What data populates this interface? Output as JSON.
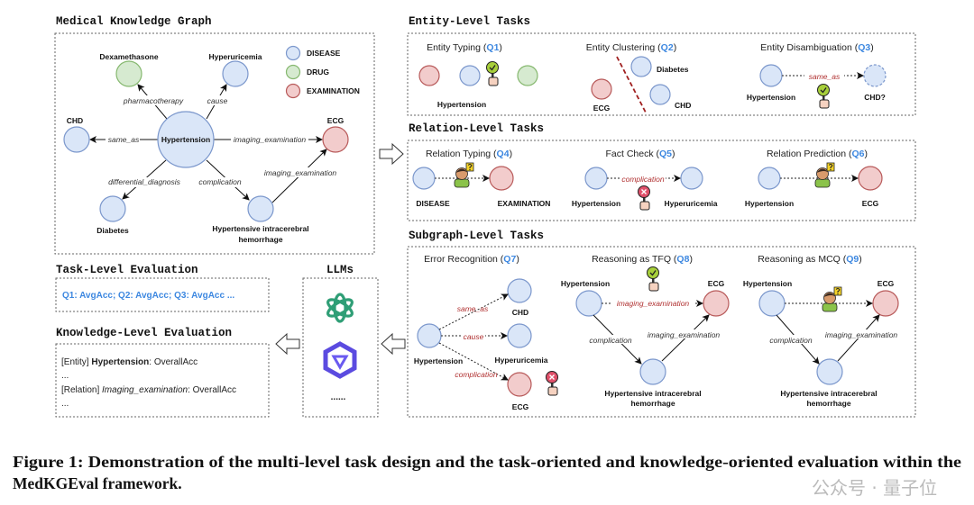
{
  "colors": {
    "disease": "#dae6f8",
    "drug": "#d6ead0",
    "examination": "#f2cccc",
    "question_id": "#3c87e0",
    "relation_red": "#b03030"
  },
  "kg": {
    "title": "Medical Knowledge Graph",
    "legend": [
      "DISEASE",
      "DRUG",
      "EXAMINATION"
    ],
    "nodes": {
      "center": "Hypertension",
      "dexa": "Dexamethasone",
      "hyperu": "Hyperuricemia",
      "chd": "CHD",
      "ecg": "ECG",
      "diabetes": "Diabetes",
      "hih1": "Hypertensive intracerebral",
      "hih2": "hemorrhage"
    },
    "edges": {
      "pharma": "pharmacotherapy",
      "cause": "cause",
      "same_as": "same_as",
      "imaging1": "imaging_examination",
      "diff": "differential_diagnosis",
      "comp": "complication",
      "imaging2": "imaging_examination"
    }
  },
  "entity": {
    "title": "Entity-Level Tasks",
    "t1": {
      "name": "Entity Typing (",
      "q": "Q1",
      "close": ")",
      "label": "Hypertension"
    },
    "t2": {
      "name": "Entity Clustering (",
      "q": "Q2",
      "close": ")",
      "ecg": "ECG",
      "diabetes": "Diabetes",
      "chd": "CHD"
    },
    "t3": {
      "name": "Entity Disambiguation (",
      "q": "Q3",
      "close": ")",
      "a": "Hypertension",
      "b": "CHD?",
      "rel": "same_as"
    }
  },
  "relation": {
    "title": "Relation-Level Tasks",
    "t4": {
      "name": "Relation Typing (",
      "q": "Q4",
      "close": ")",
      "a": "DISEASE",
      "b": "EXAMINATION"
    },
    "t5": {
      "name": "Fact Check (",
      "q": "Q5",
      "close": ")",
      "a": "Hypertension",
      "b": "Hyperuricemia",
      "rel": "complication"
    },
    "t6": {
      "name": "Relation Prediction (",
      "q": "Q6",
      "close": ")",
      "a": "Hypertension",
      "b": "ECG"
    }
  },
  "subgraph": {
    "title": "Subgraph-Level Tasks",
    "t7": {
      "name": "Error Recognition (",
      "q": "Q7",
      "close": ")",
      "src": "Hypertension",
      "chd": "CHD",
      "hyperu": "Hyperuricemia",
      "ecg": "ECG",
      "r1": "same_as",
      "r2": "cause",
      "r3": "complication"
    },
    "t8": {
      "name": "Reasoning as TFQ (",
      "q": "Q8",
      "close": ")",
      "a": "Hypertension",
      "b": "ECG",
      "c1": "Hypertensive intracerebral",
      "c2": "hemorrhage",
      "r1": "imaging_examination",
      "r2": "complication",
      "r3": "imaging_examination"
    },
    "t9": {
      "name": "Reasoning as MCQ (",
      "q": "Q9",
      "close": ")",
      "a": "Hypertension",
      "b": "ECG",
      "c1": "Hypertensive intracerebral",
      "c2": "hemorrhage",
      "r2": "complication",
      "r3": "imaging_examination"
    }
  },
  "task_eval": {
    "title": "Task-Level Evaluation",
    "text": "Q1: AvgAcc; Q2: AvgAcc; Q3: AvgAcc ..."
  },
  "llms": {
    "title": "LLMs",
    "more": "......"
  },
  "knowledge_eval": {
    "title": "Knowledge-Level Evaluation",
    "l1_tag": "[Entity] ",
    "l1_name": "Hypertension",
    "l1_rest": ": OverallAcc",
    "dots1": "...",
    "l2_tag": "[Relation] ",
    "l2_name": "Imaging_examination",
    "l2_rest": ": OverallAcc",
    "dots2": "..."
  },
  "caption": {
    "line1": "Figure 1: Demonstration of the multi-level task design and the task-oriented and knowledge-oriented evaluation within the",
    "line2": "MedKGEval framework."
  },
  "watermark": "公众号 · 量子位"
}
